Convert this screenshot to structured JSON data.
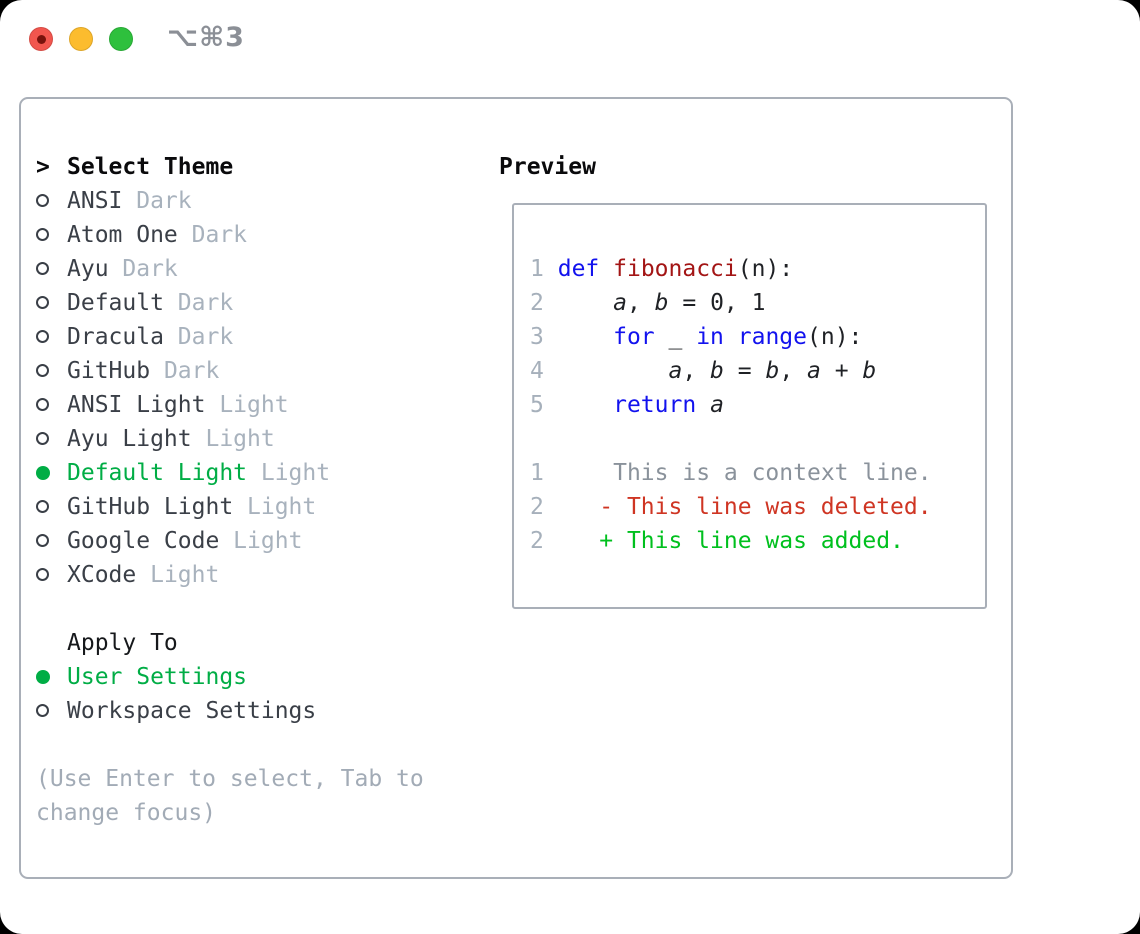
{
  "titlebar": {
    "shortcut": "⌥⌘3",
    "traffic_lights": [
      {
        "name": "close",
        "color": "#f2564e"
      },
      {
        "name": "minimize",
        "color": "#fcbc2e"
      },
      {
        "name": "zoom",
        "color": "#2ec03d"
      }
    ]
  },
  "theme_list": {
    "cursor": ">",
    "header": "Select Theme",
    "items": [
      {
        "name": "ANSI",
        "badge": "Dark",
        "selected": false
      },
      {
        "name": "Atom One",
        "badge": "Dark",
        "selected": false
      },
      {
        "name": "Ayu",
        "badge": "Dark",
        "selected": false
      },
      {
        "name": "Default",
        "badge": "Dark",
        "selected": false
      },
      {
        "name": "Dracula",
        "badge": "Dark",
        "selected": false
      },
      {
        "name": "GitHub",
        "badge": "Dark",
        "selected": false
      },
      {
        "name": "ANSI Light",
        "badge": "Light",
        "selected": false
      },
      {
        "name": "Ayu Light",
        "badge": "Light",
        "selected": false
      },
      {
        "name": "Default Light",
        "badge": "Light",
        "selected": true
      },
      {
        "name": "GitHub Light",
        "badge": "Light",
        "selected": false
      },
      {
        "name": "Google Code",
        "badge": "Light",
        "selected": false
      },
      {
        "name": "XCode",
        "badge": "Light",
        "selected": false
      }
    ]
  },
  "apply_to": {
    "header": "Apply To",
    "options": [
      {
        "label": "User Settings",
        "selected": true
      },
      {
        "label": "Workspace Settings",
        "selected": false
      }
    ]
  },
  "help": {
    "line1": "(Use Enter to select, Tab to",
    "line2": "change focus)"
  },
  "preview": {
    "header": "Preview",
    "lines": [
      {
        "segments": [
          {
            "t": "1",
            "c": "num"
          },
          {
            "t": " ",
            "c": "p"
          },
          {
            "t": "def",
            "c": "kw"
          },
          {
            "t": " ",
            "c": "p"
          },
          {
            "t": "fibonacci",
            "c": "fn"
          },
          {
            "t": "(n):",
            "c": "p"
          }
        ]
      },
      {
        "segments": [
          {
            "t": "2",
            "c": "num"
          },
          {
            "t": "     ",
            "c": "p"
          },
          {
            "t": "a",
            "c": "var"
          },
          {
            "t": ", ",
            "c": "p"
          },
          {
            "t": "b",
            "c": "var"
          },
          {
            "t": " = ",
            "c": "p"
          },
          {
            "t": "0, 1",
            "c": "p"
          }
        ]
      },
      {
        "segments": [
          {
            "t": "3",
            "c": "num"
          },
          {
            "t": "     ",
            "c": "p"
          },
          {
            "t": "for",
            "c": "kw"
          },
          {
            "t": " _ ",
            "c": "p"
          },
          {
            "t": "in",
            "c": "kw"
          },
          {
            "t": " ",
            "c": "p"
          },
          {
            "t": "range",
            "c": "kw"
          },
          {
            "t": "(n):",
            "c": "p"
          }
        ]
      },
      {
        "segments": [
          {
            "t": "4",
            "c": "num"
          },
          {
            "t": "         ",
            "c": "p"
          },
          {
            "t": "a",
            "c": "var"
          },
          {
            "t": ", ",
            "c": "p"
          },
          {
            "t": "b",
            "c": "var"
          },
          {
            "t": " = ",
            "c": "p"
          },
          {
            "t": "b",
            "c": "var"
          },
          {
            "t": ", ",
            "c": "p"
          },
          {
            "t": "a",
            "c": "var"
          },
          {
            "t": " + ",
            "c": "p"
          },
          {
            "t": "b",
            "c": "var"
          }
        ]
      },
      {
        "segments": [
          {
            "t": "5",
            "c": "num"
          },
          {
            "t": "     ",
            "c": "p"
          },
          {
            "t": "return",
            "c": "kw"
          },
          {
            "t": " ",
            "c": "p"
          },
          {
            "t": "a",
            "c": "var"
          }
        ]
      },
      {
        "segments": []
      },
      {
        "segments": [
          {
            "t": "1",
            "c": "num"
          },
          {
            "t": "     ",
            "c": "p"
          },
          {
            "t": "This is a context line.",
            "c": "ctx"
          }
        ]
      },
      {
        "segments": [
          {
            "t": "2",
            "c": "num"
          },
          {
            "t": "    ",
            "c": "p"
          },
          {
            "t": "- This line was deleted.",
            "c": "del"
          }
        ]
      },
      {
        "segments": [
          {
            "t": "2",
            "c": "num"
          },
          {
            "t": "    ",
            "c": "p"
          },
          {
            "t": "+ This line was added.",
            "c": "add"
          }
        ]
      }
    ]
  },
  "colors": {
    "accent_green": "#00ad45",
    "diff_added": "#00c01e",
    "diff_deleted": "#cf3523",
    "keyword_blue": "#1212ee",
    "function_red": "#a31515",
    "muted_gray": "#a6b0bb",
    "border_gray": "#a9afb8"
  }
}
